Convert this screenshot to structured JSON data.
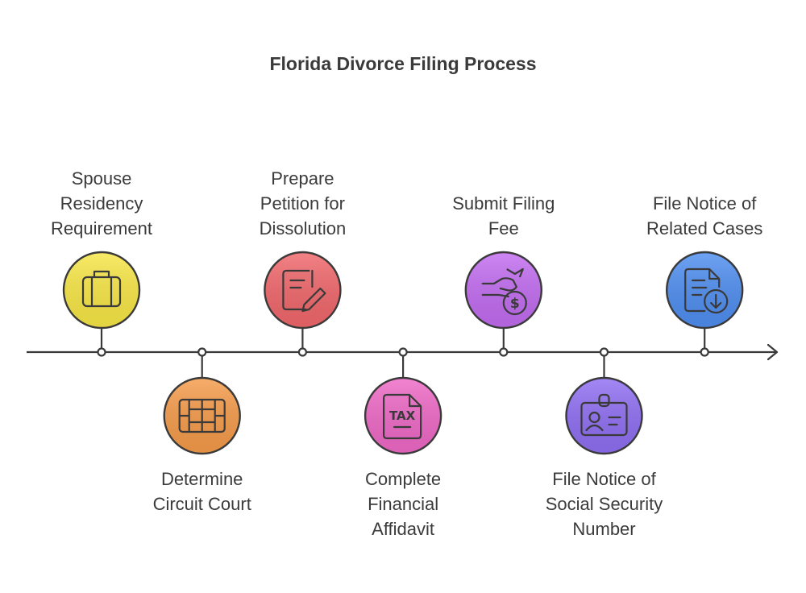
{
  "title": "Florida Divorce Filing Process",
  "steps": [
    {
      "lines": [
        "Spouse",
        "Residency",
        "Requirement"
      ],
      "icon": "suitcase-icon",
      "color": "#f7e646",
      "position": "above"
    },
    {
      "lines": [
        "Determine",
        "Circuit Court"
      ],
      "icon": "court-layout-icon",
      "color": "#f59b4a",
      "position": "below"
    },
    {
      "lines": [
        "Prepare",
        "Petition for",
        "Dissolution"
      ],
      "icon": "document-pen-icon",
      "color": "#f0676b",
      "position": "above"
    },
    {
      "lines": [
        "Complete",
        "Financial",
        "Affidavit"
      ],
      "icon": "tax-document-icon",
      "color": "#ee69c6",
      "position": "below",
      "icon_text": "TAX"
    },
    {
      "lines": [
        "Submit Filing",
        "Fee"
      ],
      "icon": "money-bag-hand-icon",
      "color": "#c26cf0",
      "position": "above"
    },
    {
      "lines": [
        "File Notice of",
        "Social Security",
        "Number"
      ],
      "icon": "id-badge-icon",
      "color": "#8f6ef2",
      "position": "below"
    },
    {
      "lines": [
        "File Notice of",
        "Related Cases"
      ],
      "icon": "document-download-icon",
      "color": "#4f8ef0",
      "position": "above"
    }
  ]
}
